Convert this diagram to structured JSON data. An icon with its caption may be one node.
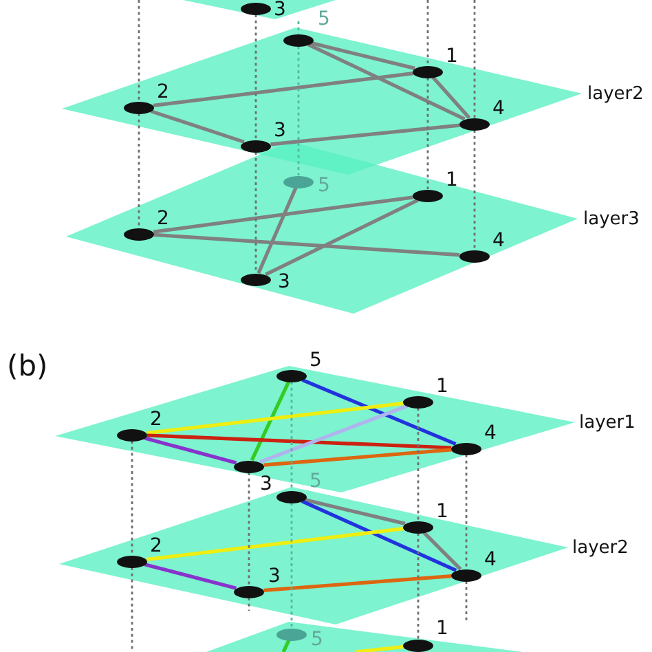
{
  "diagram": {
    "nodes": [
      {
        "text": [],
        "shape": "parallelogram"
      },
      {
        "text": [
          "3"
        ],
        "in": 0
      },
      {
        "text": [
          "layer2"
        ]
      },
      {
        "text": [
          "5"
        ],
        "in": 2
      },
      {
        "text": [
          "1"
        ],
        "in": 2
      },
      {
        "text": [
          "2"
        ],
        "in": 2
      },
      {
        "text": [
          "4"
        ],
        "in": 2
      },
      {
        "text": [
          "3"
        ],
        "in": 2
      },
      {
        "text": [
          "layer3"
        ]
      },
      {
        "text": [
          "5"
        ],
        "in": 8
      },
      {
        "text": [
          "1"
        ],
        "in": 8
      },
      {
        "text": [
          "2"
        ],
        "in": 8
      },
      {
        "text": [
          "4"
        ],
        "in": 8
      },
      {
        "text": [
          "3"
        ],
        "in": 8
      },
      {
        "text": [
          "layer1"
        ]
      },
      {
        "text": [
          "5"
        ],
        "in": 14
      },
      {
        "text": [
          "1"
        ],
        "in": 14
      },
      {
        "text": [
          "2"
        ],
        "in": 14
      },
      {
        "text": [
          "4"
        ],
        "in": 14
      },
      {
        "text": [
          "3"
        ],
        "in": 14
      },
      {
        "text": [
          "layer2"
        ]
      },
      {
        "text": [
          "5"
        ],
        "in": 20
      },
      {
        "text": [
          "1"
        ],
        "in": 20
      },
      {
        "text": [
          "2"
        ],
        "in": 20
      },
      {
        "text": [
          "4"
        ],
        "in": 20
      },
      {
        "text": [
          "3"
        ],
        "in": 20
      },
      {
        "text": [],
        "shape": "parallelogram"
      },
      {
        "text": [
          "5"
        ],
        "in": 26
      },
      {
        "text": [
          "1"
        ],
        "in": 26
      }
    ],
    "edges": [
      {
        "from": 3,
        "to": 4,
        "arrow": "none"
      },
      {
        "from": 3,
        "to": 6,
        "arrow": "none"
      },
      {
        "from": 5,
        "to": 4,
        "arrow": "none"
      },
      {
        "from": 4,
        "to": 6,
        "arrow": "none"
      },
      {
        "from": 5,
        "to": 7,
        "arrow": "none"
      },
      {
        "from": 7,
        "to": 6,
        "arrow": "none"
      },
      {
        "from": 9,
        "to": 13,
        "arrow": "none"
      },
      {
        "from": 11,
        "to": 10,
        "arrow": "none"
      },
      {
        "from": 11,
        "to": 12,
        "arrow": "none"
      },
      {
        "from": 13,
        "to": 10,
        "arrow": "none"
      },
      {
        "from": null,
        "to": 5,
        "arrow": "none",
        "style": "dashed"
      },
      {
        "from": 5,
        "to": 11,
        "arrow": "none",
        "style": "dashed"
      },
      {
        "from": 1,
        "to": 7,
        "arrow": "none",
        "style": "dashed"
      },
      {
        "from": 7,
        "to": 13,
        "arrow": "none",
        "style": "dashed"
      },
      {
        "from": null,
        "to": 3,
        "arrow": "none",
        "style": "dashed",
        "color": "#55b5a5"
      },
      {
        "from": 3,
        "to": 9,
        "arrow": "none",
        "style": "dashed",
        "color": "#55b5a5"
      },
      {
        "from": null,
        "to": 4,
        "arrow": "none",
        "style": "dashed"
      },
      {
        "from": 4,
        "to": 10,
        "arrow": "none",
        "style": "dashed"
      },
      {
        "from": null,
        "to": 6,
        "arrow": "none",
        "style": "dashed"
      },
      {
        "from": 6,
        "to": 12,
        "arrow": "none",
        "style": "dashed"
      },
      {
        "from": 15,
        "to": 19,
        "arrow": "none",
        "color": "#33cc22"
      },
      {
        "from": 15,
        "to": 18,
        "arrow": "none",
        "color": "#2233dd"
      },
      {
        "from": 17,
        "to": 16,
        "arrow": "none",
        "color": "#eeee11"
      },
      {
        "from": 17,
        "to": 18,
        "arrow": "none",
        "color": "#cc2211"
      },
      {
        "from": 19,
        "to": 16,
        "arrow": "none",
        "color": "#b0b4ee"
      },
      {
        "from": 17,
        "to": 19,
        "arrow": "none",
        "color": "#8833cc"
      },
      {
        "from": 19,
        "to": 18,
        "arrow": "none",
        "color": "#dd6611"
      },
      {
        "from": 21,
        "to": 22,
        "arrow": "none"
      },
      {
        "from": 21,
        "to": 24,
        "arrow": "none",
        "color": "#2233dd"
      },
      {
        "from": 22,
        "to": 24,
        "arrow": "none"
      },
      {
        "from": 23,
        "to": 22,
        "arrow": "none",
        "color": "#eeee11"
      },
      {
        "from": 23,
        "to": 25,
        "arrow": "none",
        "color": "#8833cc"
      },
      {
        "from": 25,
        "to": 24,
        "arrow": "none",
        "color": "#dd6611"
      },
      {
        "from": 27,
        "to": null,
        "arrow": "none",
        "color": "#33cc22"
      },
      {
        "from": null,
        "to": 28,
        "arrow": "none",
        "color": "#eeee11"
      },
      {
        "from": 17,
        "to": 23,
        "arrow": "none",
        "style": "dashed"
      },
      {
        "from": 23,
        "to": null,
        "arrow": "none",
        "style": "dashed"
      },
      {
        "from": 19,
        "to": 25,
        "arrow": "none",
        "style": "dashed"
      },
      {
        "from": 25,
        "to": null,
        "arrow": "none",
        "style": "dashed"
      },
      {
        "from": 15,
        "to": 21,
        "arrow": "none",
        "style": "dashed",
        "color": "#55b5a5"
      },
      {
        "from": 21,
        "to": 27,
        "arrow": "none",
        "style": "dashed",
        "color": "#55b5a5"
      },
      {
        "from": 16,
        "to": 22,
        "arrow": "none",
        "style": "dashed"
      },
      {
        "from": 22,
        "to": 28,
        "arrow": "none",
        "style": "dashed"
      },
      {
        "from": 18,
        "to": 24,
        "arrow": "none",
        "style": "dashed"
      },
      {
        "from": 24,
        "to": null,
        "arrow": "none",
        "style": "dashed"
      }
    ],
    "labels": [
      "(b)"
    ]
  }
}
